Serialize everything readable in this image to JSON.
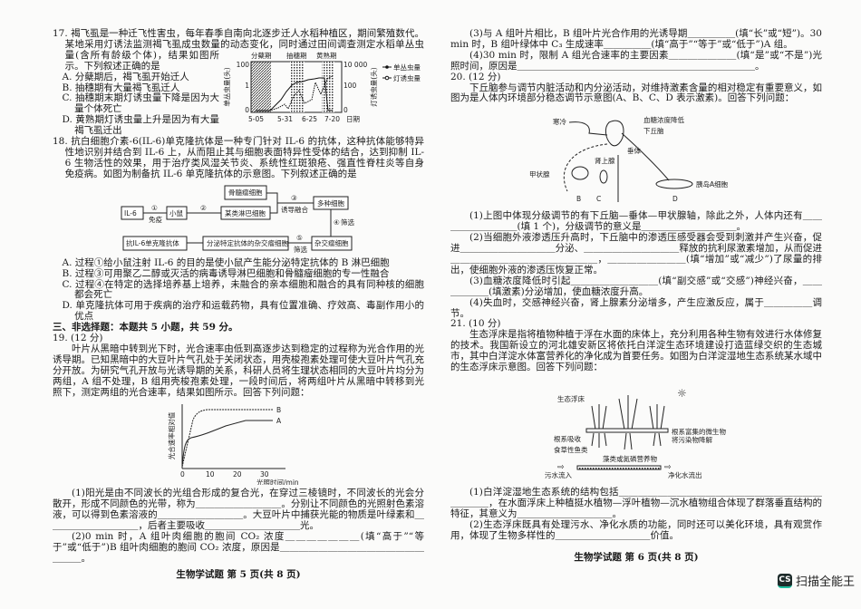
{
  "left": {
    "q17": {
      "stem1": "17. 褐飞虱是一种迁飞性害虫，每年春季自南向北逐步迁人水稻种植区，期间繁殖数代。某地采用灯诱法监测褐飞虱成虫数量的动态变化，同时通过田间调查测定水稻单丛虫量(含所有龄级个体)，结果如图所示。下列叙述正确的是",
      "options": [
        "A. 分蘖期后，褐飞虱开始迁人",
        "B. 抽穗期有大量褐飞虱迁人",
        "C. 抽穗期末期灯诱虫量下降是因为大量个体死亡",
        "D. 黄熟期灯诱虫量上升是因为有大量褐飞虱迁出"
      ],
      "figure": {
        "periods": [
          "分蘖期",
          "抽穗期",
          "黄熟期"
        ],
        "left_axis_label": "单丛虫量(头)",
        "left_ticks": [
          "100",
          "1",
          "0"
        ],
        "right_axis_label": "灯诱虫量(头)",
        "right_ticks": [
          "10 000",
          "100",
          "0"
        ],
        "x_ticks": [
          "5-05",
          "5-31",
          "6-25",
          "7-20"
        ],
        "x_label": "日期",
        "legend": [
          "单丛虫量",
          "灯诱虫量"
        ]
      }
    },
    "q18": {
      "stem": "18. 抗白细胞介素-6(IL-6)单克隆抗体是一种专门针对 IL-6 的抗体，这种抗体能够特异性地识别并结合到 IL-6 上，从而阻止其与细胞表面特异性受体的结合，达到抑制 IL-6 生物活性的效果，用于治疗类风湿关节炎、系统性红斑狼疮、强直性脊柱炎等自身免疫病。如图为制备抗 IL-6 单克隆抗体的示意图。下列叙述正确的是",
      "flow": {
        "il6": "IL-6",
        "step1": "①",
        "step1_label": "免疫",
        "mouse": "小鼠",
        "step2": "②",
        "b_cell": "某类淋巴细胞",
        "myeloma": "骨髓瘤细胞",
        "step3": "③",
        "step3_label": "诱导融合",
        "many_cells": "多种细胞",
        "step4": "④",
        "step4_label": "筛选",
        "hybridoma": "杂交瘤细胞",
        "step5": "⑤",
        "step5_label": "筛选",
        "specific": "分泌特定抗体的杂交瘤细胞",
        "antibody": "抗IL-6单克隆抗体"
      },
      "options": [
        "A. 过程①给小鼠注射 IL-6 的目的是使小鼠产生能分泌特定抗体的 B 淋巴细胞",
        "B. 过程③可用聚乙二醇或灭活的病毒诱导淋巴细胞和骨髓瘤细胞的专一性融合",
        "C. 过程④在特定的选择培养基上培养，未融合的亲本细胞和融合的具有同种核的细胞都会死亡",
        "D. 单克隆抗体可用于疾病的治疗和运载药物，具有位置准确、疗效高、毒副作用小的优点"
      ]
    },
    "section3": "三、非选择题：本题共 5 小题，共 59 分。",
    "q19": {
      "head": "19. (12 分)",
      "stem": "叶片从黑暗中转到光下时，光合速率由低到高逐步达到稳定的过程称为光合作用的光诱导期。已知黑暗中的大豆叶片气孔处于关闭状态，用壳梭孢素处理可使大豆叶片气孔充分开放。为研究气孔开放与光诱导期的关系，科研人员将生理状态相同的大豆叶片均分为两组，A 组不处理，B 组用壳梭孢素处理，一段时间后，将两组叶片从黑暗中转移到光照下，测定两组的光合速率，结果如图所示。回答下列问题：",
      "graph": {
        "y_label": "光合速率相对值",
        "x_label": "光照时间/min",
        "x_ticks": [
          "0",
          "10",
          "20",
          "30"
        ],
        "curve_a": "A",
        "curve_b": "B"
      },
      "sub1": "(1)阳光是由不同波长的光组合形成的复合光，在穿过三棱镜时，不同波长的光会分散开，形成不同颜色的光带，称为＿＿＿＿＿＿＿＿＿。分别让不同颜色的光照射色素溶液，可以得到色素溶液的＿＿＿＿＿＿＿＿＿。大豆叶片中捕获光能的物质是叶绿素和＿＿＿＿＿＿＿＿＿＿，后者主要吸收＿＿＿＿＿＿＿＿＿＿光。",
      "sub2": "(2)0 min 时，A 组叶肉细胞的胞间 CO₂ 浓度＿＿＿＿＿＿＿(填“高于”“等于”或“低于”)B 组叶肉细胞的胞间 CO₂ 浓度，原因是＿＿＿＿＿＿＿＿＿＿＿＿＿＿＿＿＿＿。"
    },
    "footer": "生物学试题 第 5 页(共 8 页)"
  },
  "right": {
    "q19_cont": {
      "sub3": "(3)与 A 组叶片相比，B 组叶片光合作用的光诱导期＿＿＿＿＿(填“长”或“短”)。30 min 时，B 组叶绿体中 C₃ 生成速率＿＿＿＿＿(填“高于”“等于”或“低于”)A 组。",
      "sub4": "(4)30 min 时，限制 A 组光合速率的主要因素＿＿＿＿＿＿＿(填“是”或“不是”)光照时间，原因是＿＿＿＿＿＿＿＿＿＿＿＿＿＿＿＿＿＿＿＿＿＿＿＿＿。"
    },
    "q20": {
      "head": "20. (12 分)",
      "stem": "下丘脑参与调节内脏活动和内分泌活动，对维持激素含量的相对稳定有重要意义，如图为是人体内环境部分稳态调节示意图(A、B、C、D 表示激素)。回答下列问题：",
      "figure": {
        "cold": "寒冷",
        "glucose_low": "血糖浓度降低",
        "hypothalamus": "下丘脑",
        "pituitary": "垂体",
        "thyroid": "甲状腺",
        "adrenal": "肾上腺",
        "islet": "胰岛A细胞",
        "label_b": "B",
        "label_c": "C",
        "label_d": "D"
      },
      "sub1": "(1)上图中体现分级调节的有下丘脑—垂体—甲状腺轴，除此之外，人体内还有＿＿＿＿＿＿＿＿＿(填 1 个)，分级调节的意义是＿＿＿＿＿＿＿＿＿＿。",
      "sub2": "(2)当细胞外液渗透压升高时，下丘脑中的渗透压感受器会受到刺激并产生兴奋，促进＿＿＿＿＿＿＿＿＿＿分泌、＿＿＿＿＿＿＿＿＿＿释放的抗利尿激素增加，从而促进＿＿＿＿＿＿＿＿＿＿＿＿＿＿＿，＿＿＿＿＿＿＿＿(填“增加”或“减少”)了尿量的排出，使细胞外液的渗透压恢复正常。",
      "sub3": "(3)血糖浓度降低时引起＿＿＿＿＿＿＿＿＿(填“副交感”或“交感”)神经兴奋，＿＿＿＿＿＿(填激素)分泌增加，使血糖浓度升高。",
      "sub4": "(4)失血时，交感神经兴奋，肾上腺素分泌增多，产生应激反应，属于＿＿＿＿＿调节。"
    },
    "q21": {
      "head": "21. (10 分)",
      "stem": "生态浮床是指将植物种植于浮在水面的床体上，充分利用各种生物有效进行水体修复的技术。我国新设立的河北雄安新区将依托白洋淀生态环境建设打造蓝绿交织的生态城市，其中白洋淀水体富营养化的净化成为首要任务。如图为白洋淀湿地生态系统某水域中的生态浮床示意图。回答下列问题：",
      "figure": {
        "float_bed": "生态浮床",
        "root_microbes": "根系富集的微生物将污染物降解",
        "root_absorb": "根系吸收",
        "fish": "食草性鱼类",
        "algae": "藻类或氮磷营养物",
        "inflow": "污水流入",
        "outflow": "净化水流出"
      },
      "sub1": "(1)白洋淀湿地生态系统的结构包括＿＿＿＿＿＿＿＿＿＿＿＿＿＿＿＿＿＿＿＿＿＿＿＿＿，在水面浮床上种植挺水植物—浮叶植物—沉水植物组合体现了群落垂直结构的特征，其意义为＿＿＿＿＿＿＿＿＿＿。",
      "sub2": "(2)生态浮床既具有处理污水、净化水质的功能，同时还可以美化环境，具有观赏作用，体现了生物多样性的＿＿＿＿＿＿＿＿＿＿价值。"
    },
    "footer": "生物学试题 第 6 页(共 8 页)"
  },
  "watermark": {
    "badge": "CS",
    "name": "扫描全能王"
  }
}
